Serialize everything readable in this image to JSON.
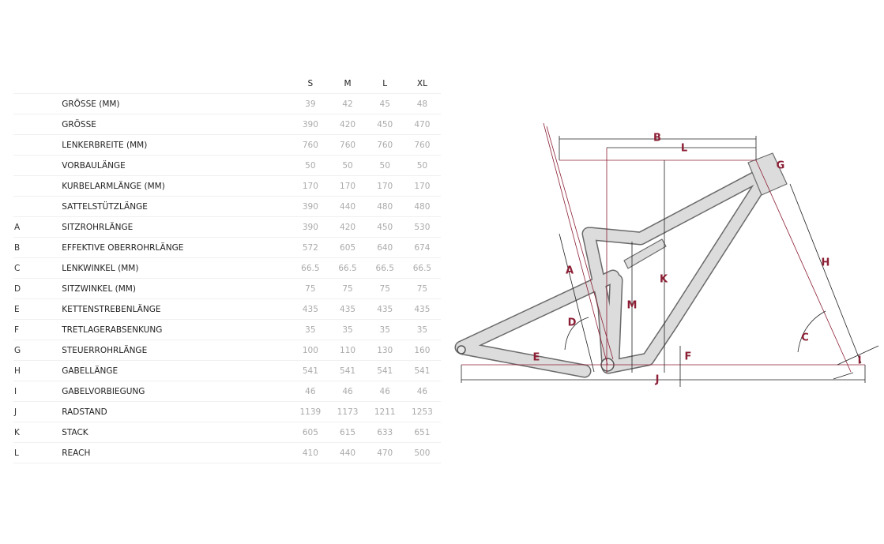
{
  "table": {
    "headers": [
      "S",
      "M",
      "L",
      "XL"
    ],
    "rows": [
      {
        "letter": "",
        "name": "GRÖSSE (MM)",
        "values": [
          "39",
          "42",
          "45",
          "48"
        ]
      },
      {
        "letter": "",
        "name": "GRÖSSE",
        "values": [
          "390",
          "420",
          "450",
          "470"
        ]
      },
      {
        "letter": "",
        "name": "LENKERBREITE (MM)",
        "values": [
          "760",
          "760",
          "760",
          "760"
        ]
      },
      {
        "letter": "",
        "name": "VORBAULÄNGE",
        "values": [
          "50",
          "50",
          "50",
          "50"
        ]
      },
      {
        "letter": "",
        "name": "KURBELARMLÄNGE (MM)",
        "values": [
          "170",
          "170",
          "170",
          "170"
        ]
      },
      {
        "letter": "",
        "name": "SATTELSTÜTZLÄNGE",
        "values": [
          "390",
          "440",
          "480",
          "480"
        ]
      },
      {
        "letter": "A",
        "name": "SITZROHRLÄNGE",
        "values": [
          "390",
          "420",
          "450",
          "530"
        ]
      },
      {
        "letter": "B",
        "name": "EFFEKTIVE OBERROHRLÄNGE",
        "values": [
          "572",
          "605",
          "640",
          "674"
        ]
      },
      {
        "letter": "C",
        "name": "LENKWINKEL (MM)",
        "values": [
          "66.5",
          "66.5",
          "66.5",
          "66.5"
        ]
      },
      {
        "letter": "D",
        "name": "SITZWINKEL (MM)",
        "values": [
          "75",
          "75",
          "75",
          "75"
        ]
      },
      {
        "letter": "E",
        "name": "KETTENSTREBENLÄNGE",
        "values": [
          "435",
          "435",
          "435",
          "435"
        ]
      },
      {
        "letter": "F",
        "name": "TRETLAGERABSENKUNG",
        "values": [
          "35",
          "35",
          "35",
          "35"
        ]
      },
      {
        "letter": "G",
        "name": "STEUERROHRLÄNGE",
        "values": [
          "100",
          "110",
          "130",
          "160"
        ]
      },
      {
        "letter": "H",
        "name": "GABELLÄNGE",
        "values": [
          "541",
          "541",
          "541",
          "541"
        ]
      },
      {
        "letter": "I",
        "name": "GABELVORBIEGUNG",
        "values": [
          "46",
          "46",
          "46",
          "46"
        ]
      },
      {
        "letter": "J",
        "name": "RADSTAND",
        "values": [
          "1139",
          "1173",
          "1211",
          "1253"
        ]
      },
      {
        "letter": "K",
        "name": "STACK",
        "values": [
          "605",
          "615",
          "633",
          "651"
        ]
      },
      {
        "letter": "L",
        "name": "REACH",
        "values": [
          "410",
          "440",
          "470",
          "500"
        ]
      }
    ]
  },
  "diagram": {
    "labels": {
      "A": "A",
      "B": "B",
      "C": "C",
      "D": "D",
      "E": "E",
      "F": "F",
      "G": "G",
      "H": "H",
      "I": "I",
      "J": "J",
      "K": "K",
      "L": "L",
      "M": "M"
    },
    "accent_color": "#8c1f35",
    "frame_color": "#dcdcdc"
  }
}
